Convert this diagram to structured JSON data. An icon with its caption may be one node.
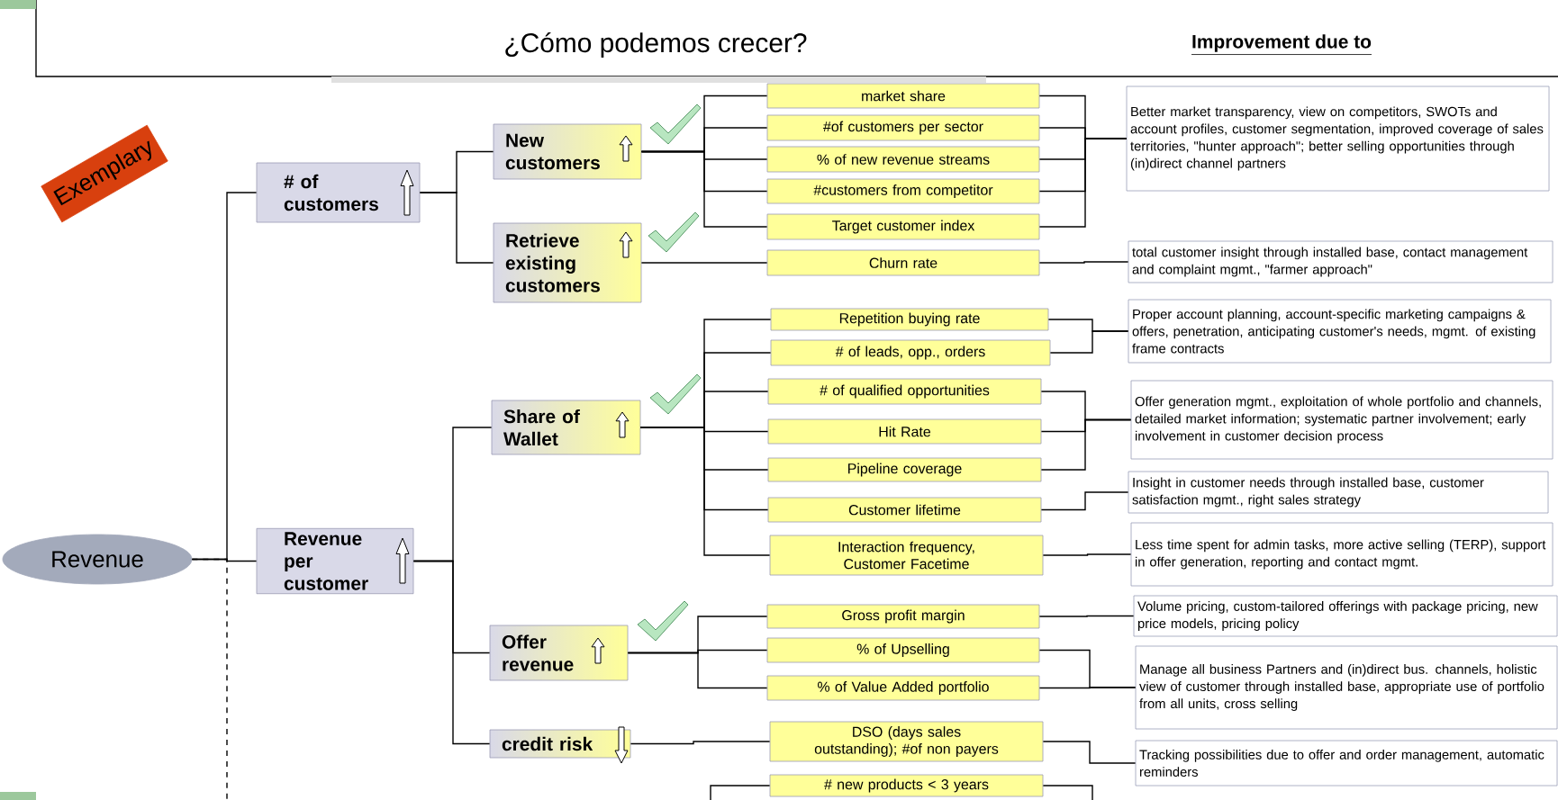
{
  "diagram": {
    "title": "¿Cómo podemos crecer?",
    "nodes": [
      {
        "text": [
          "Revenue"
        ]
      },
      {
        "text": [
          "# of customers"
        ]
      },
      {
        "text": [
          "Revenue per customer"
        ]
      },
      {
        "text": [
          "New customers"
        ]
      },
      {
        "text": [
          "Retrieve existing customers"
        ]
      },
      {
        "text": [
          "Share of Wallet"
        ]
      },
      {
        "text": [
          "Offer revenue"
        ]
      },
      {
        "text": [
          "credit risk"
        ]
      },
      {
        "text": [
          "market share"
        ]
      },
      {
        "text": [
          "#of customers per sector"
        ]
      },
      {
        "text": [
          "% of new revenue streams"
        ]
      },
      {
        "text": [
          "#customers from competitor"
        ]
      },
      {
        "text": [
          "Target customer index"
        ]
      },
      {
        "text": [
          "Churn rate"
        ]
      },
      {
        "text": [
          "Repetition buying rate"
        ]
      },
      {
        "text": [
          "# of leads, opp., orders"
        ]
      },
      {
        "text": [
          "# of qualified opportunities"
        ]
      },
      {
        "text": [
          "Hit Rate"
        ]
      },
      {
        "text": [
          "Pipeline coverage"
        ]
      },
      {
        "text": [
          "Customer lifetime"
        ]
      },
      {
        "text": [
          "Interaction frequency, Customer Facetime"
        ]
      },
      {
        "text": [
          "Gross profit margin"
        ]
      },
      {
        "text": [
          "% of Upselling"
        ]
      },
      {
        "text": [
          "% of Value Added portfolio"
        ]
      },
      {
        "text": [
          "DSO (days sales outstanding); #of non payers"
        ]
      },
      {
        "text": [
          "# new products < 3 years"
        ]
      },
      {
        "text": [
          "Better market transparency, view on competitors, SWOTs and account profiles, customer segmentation, improved coverage of sales territories, \"hunter approach\"; better selling opportunities through (in)direct channel partners"
        ]
      },
      {
        "text": [
          "total customer insight through installed base, contact management and complaint mgmt., \"farmer approach\""
        ]
      },
      {
        "text": [
          "Proper account planning, account-specific marketing campaigns & offers, penetration, anticipating customer's needs, mgmt. of existing frame contracts"
        ]
      },
      {
        "text": [
          "Offer generation mgmt., exploitation of whole portfolio and channels, detailed market information; systematic partner involvement; early involvement in customer decision process"
        ]
      },
      {
        "text": [
          "Insight in customer needs through installed base, customer satisfaction mgmt., right sales strategy"
        ]
      },
      {
        "text": [
          "Less time spent for admin tasks, more active selling (TERP), support in offer generation, reporting and contact mgmt."
        ]
      },
      {
        "text": [
          "Volume pricing, custom-tailored offerings with package pricing, new price models, pricing policy"
        ]
      },
      {
        "text": [
          "Manage all business Partners and (in)direct bus. channels, holistic view of customer through installed base, appropriate use of portfolio from all units, cross selling"
        ]
      },
      {
        "text": [
          "Tracking possibilities due to offer and order management, automatic reminders"
        ]
      },
      {
        "text": [
          "Exemplary"
        ]
      }
    ],
    "edges": [
      {
        "from": 0,
        "to": 1,
        "arrow": "none"
      },
      {
        "from": 0,
        "to": 2,
        "arrow": "none"
      },
      {
        "from": 0,
        "to": null,
        "arrow": "none",
        "style": "dashed"
      },
      {
        "from": 1,
        "to": 3,
        "arrow": "none"
      },
      {
        "from": 1,
        "to": 4,
        "arrow": "none"
      },
      {
        "from": 2,
        "to": 5,
        "arrow": "none"
      },
      {
        "from": 2,
        "to": 6,
        "arrow": "none"
      },
      {
        "from": 2,
        "to": 7,
        "arrow": "none"
      },
      {
        "from": 3,
        "to": 8,
        "arrow": "none"
      },
      {
        "from": 3,
        "to": 9,
        "arrow": "none"
      },
      {
        "from": 3,
        "to": 10,
        "arrow": "none"
      },
      {
        "from": 3,
        "to": 11,
        "arrow": "none"
      },
      {
        "from": 3,
        "to": 12,
        "arrow": "none"
      },
      {
        "from": 4,
        "to": 13,
        "arrow": "none"
      },
      {
        "from": 5,
        "to": 14,
        "arrow": "none"
      },
      {
        "from": 5,
        "to": 15,
        "arrow": "none"
      },
      {
        "from": 5,
        "to": 16,
        "arrow": "none"
      },
      {
        "from": 5,
        "to": 17,
        "arrow": "none"
      },
      {
        "from": 5,
        "to": 18,
        "arrow": "none"
      },
      {
        "from": 5,
        "to": 19,
        "arrow": "none"
      },
      {
        "from": 5,
        "to": 20,
        "arrow": "none"
      },
      {
        "from": 6,
        "to": 21,
        "arrow": "none"
      },
      {
        "from": 6,
        "to": 22,
        "arrow": "none"
      },
      {
        "from": 6,
        "to": 23,
        "arrow": "none"
      },
      {
        "from": 7,
        "to": 24,
        "arrow": "none"
      },
      {
        "from": null,
        "to": 25,
        "arrow": "none"
      },
      {
        "from": 25,
        "to": null,
        "arrow": "none"
      },
      {
        "from": 8,
        "to": 26,
        "arrow": "none"
      },
      {
        "from": 9,
        "to": 26,
        "arrow": "none"
      },
      {
        "from": 10,
        "to": 26,
        "arrow": "none"
      },
      {
        "from": 11,
        "to": 26,
        "arrow": "none"
      },
      {
        "from": 12,
        "to": 26,
        "arrow": "none"
      },
      {
        "from": 13,
        "to": 27,
        "arrow": "none"
      },
      {
        "from": 14,
        "to": 28,
        "arrow": "none"
      },
      {
        "from": 15,
        "to": 28,
        "arrow": "none"
      },
      {
        "from": 16,
        "to": 29,
        "arrow": "none"
      },
      {
        "from": 17,
        "to": 29,
        "arrow": "none"
      },
      {
        "from": 18,
        "to": 29,
        "arrow": "none"
      },
      {
        "from": 19,
        "to": 30,
        "arrow": "none"
      },
      {
        "from": 20,
        "to": 31,
        "arrow": "none"
      },
      {
        "from": 21,
        "to": 32,
        "arrow": "none"
      },
      {
        "from": 22,
        "to": 33,
        "arrow": "none"
      },
      {
        "from": 23,
        "to": 33,
        "arrow": "none"
      },
      {
        "from": 24,
        "to": 34,
        "arrow": "none"
      }
    ],
    "labels": [
      "Improvement due to"
    ]
  }
}
